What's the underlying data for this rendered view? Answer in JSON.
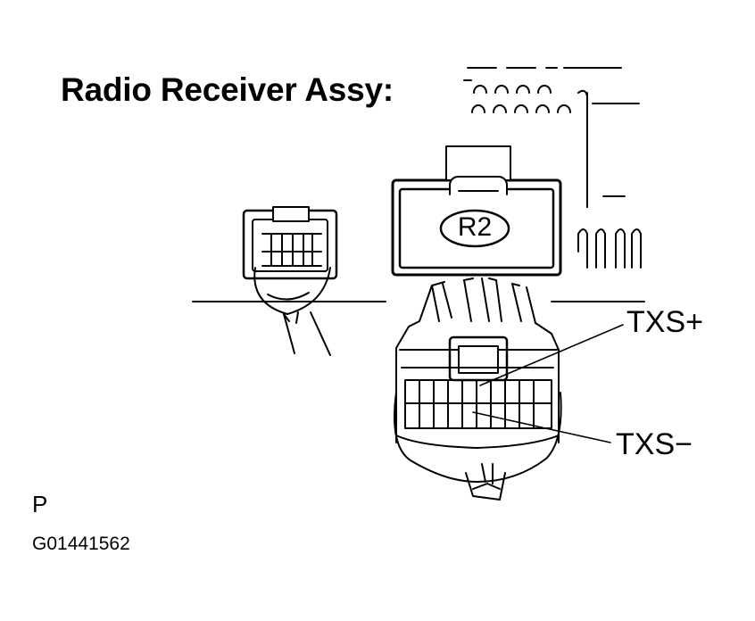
{
  "title": "Radio Receiver Assy:",
  "connector_label": "R2",
  "pin_labels": {
    "upper": "TXS+",
    "lower": "TXS−"
  },
  "footer": {
    "code_letter": "P",
    "figure_id": "G01441562"
  }
}
